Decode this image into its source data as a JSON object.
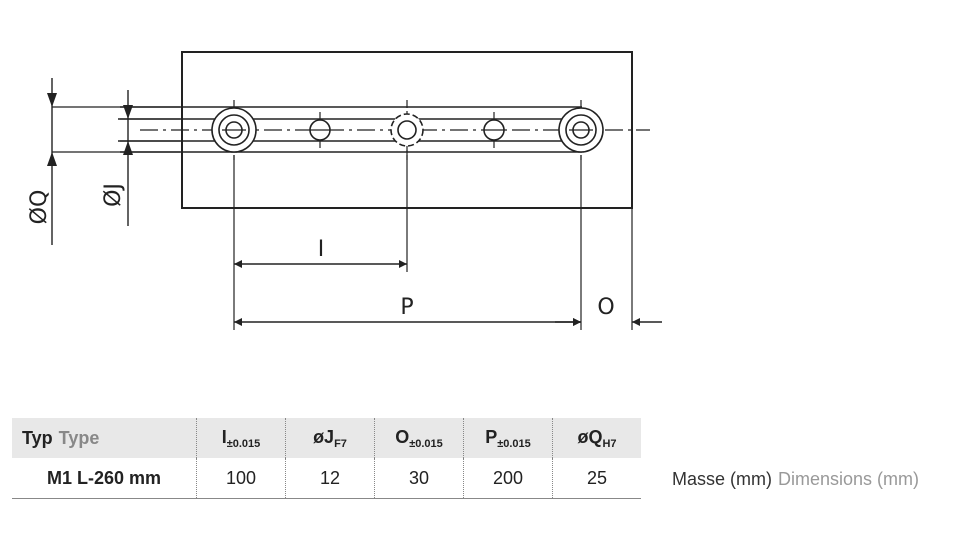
{
  "drawing": {
    "labels": {
      "dim_i": "I",
      "dim_p": "P",
      "dim_o": "O",
      "dim_q": "ØQ",
      "dim_j": "ØJ"
    }
  },
  "table": {
    "header": {
      "typ_de": "Typ",
      "typ_en": "Type",
      "cols": [
        {
          "main": "I",
          "sub": "±0.015"
        },
        {
          "main": "øJ",
          "sub": "F7"
        },
        {
          "main": "O",
          "sub": "±0.015"
        },
        {
          "main": "P",
          "sub": "±0.015"
        },
        {
          "main": "øQ",
          "sub": "H7"
        }
      ]
    },
    "row": {
      "type": "M1 L-260 mm",
      "values": [
        "100",
        "12",
        "30",
        "200",
        "25"
      ]
    }
  },
  "note": {
    "de": "Masse (mm)",
    "en": "Dimensions (mm)"
  }
}
